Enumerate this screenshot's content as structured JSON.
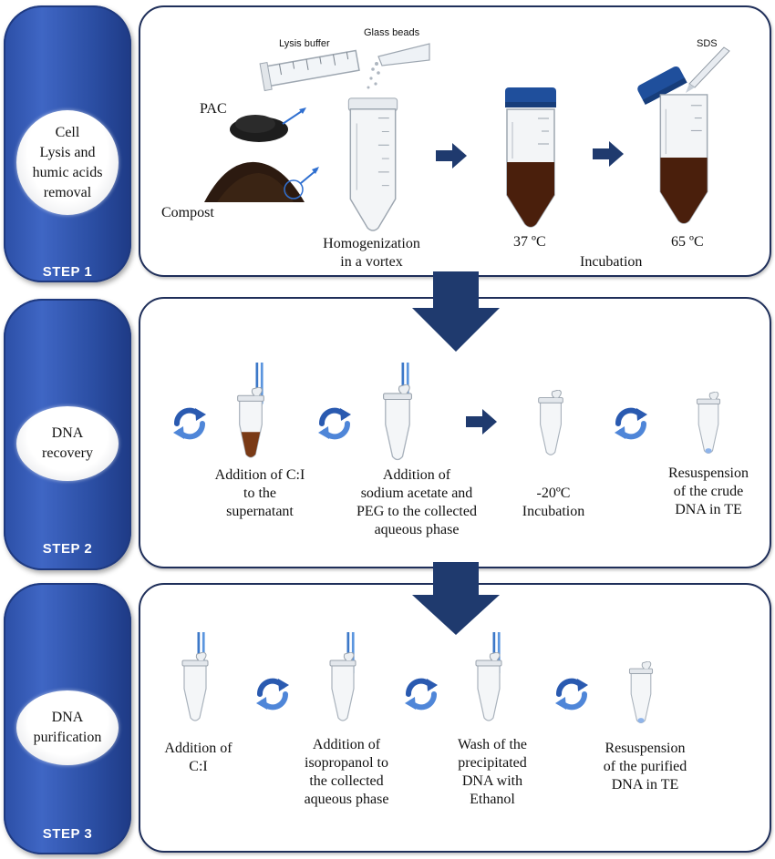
{
  "steps": [
    {
      "badge": "STEP 1",
      "title_lines": [
        "Cell",
        "Lysis and",
        "humic acids",
        "removal"
      ]
    },
    {
      "badge": "STEP 2",
      "title_lines": [
        "DNA",
        "recovery"
      ]
    },
    {
      "badge": "STEP 3",
      "title_lines": [
        "DNA",
        "purification"
      ]
    }
  ],
  "step1": {
    "lysis_buffer": "Lysis buffer",
    "glass_beads": "Glass beads",
    "pac": "PAC",
    "compost": "Compost",
    "sds": "SDS",
    "homogenization": [
      "Homogenization",
      "in a vortex"
    ],
    "temp1": "37 ºC",
    "incubation": "Incubation",
    "temp2": "65 ºC"
  },
  "step2": {
    "ci": [
      "Addition of C:I",
      "to the",
      "supernatant"
    ],
    "sodium": [
      "Addition of",
      "sodium acetate and",
      "PEG  to the collected",
      "aqueous phase"
    ],
    "cold": [
      "-20ºC",
      "Incubation"
    ],
    "resus": [
      "Resuspension",
      "of the crude",
      "DNA in TE"
    ]
  },
  "step3": {
    "ci": [
      "Addition of",
      "C:I"
    ],
    "iso": [
      "Addition of",
      "isopropanol to",
      "the collected",
      "aqueous phase"
    ],
    "wash": [
      "Wash of the",
      "precipitated",
      "DNA with",
      "Ethanol"
    ],
    "resus": [
      "Resuspension",
      "of the purified",
      "DNA in TE"
    ]
  },
  "colors": {
    "step_blue": "#2f55ae",
    "arrow_navy": "#1f3a6e",
    "cycle_blue": "#3b6fc4",
    "pellet_brown": "#4a1f0c"
  }
}
